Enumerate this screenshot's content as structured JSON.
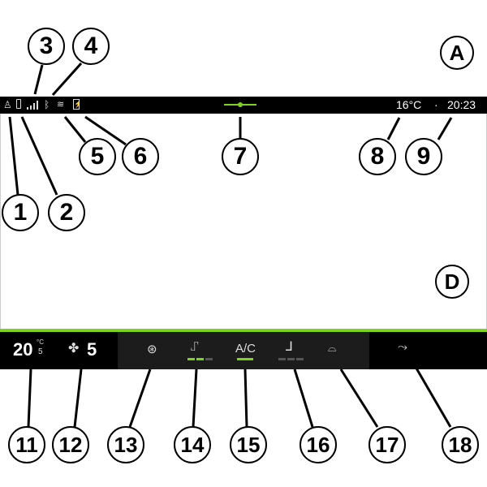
{
  "status_bar": {
    "driver_icon": "driver-profile-icon",
    "battery_icon": "phone-battery-icon",
    "signal_icon": "signal-icon",
    "bluetooth_icon": "bluetooth-icon",
    "wifi_icon": "wifi-icon",
    "phone_charge_icon": "phone-charging-icon",
    "temperature": "16°C",
    "separator": "·",
    "time": "20:23"
  },
  "climate_bar": {
    "temperature": "20",
    "temp_unit": "°C",
    "temp_decimal": "5",
    "fan_speed": "5",
    "ac_label": "A/C",
    "seat_heat_level": 2,
    "seat_heat_max": 3,
    "seat_vent_level": 0,
    "seat_vent_max": 3,
    "accent_color": "#7ed321"
  },
  "callouts": {
    "c1": "1",
    "c2": "2",
    "c3": "3",
    "c4": "4",
    "c5": "5",
    "c6": "6",
    "c7": "7",
    "c8": "8",
    "c9": "9",
    "c11": "11",
    "c12": "12",
    "c13": "13",
    "c14": "14",
    "c15": "15",
    "c16": "16",
    "c17": "17",
    "c18": "18",
    "cA": "A",
    "cD": "D"
  }
}
